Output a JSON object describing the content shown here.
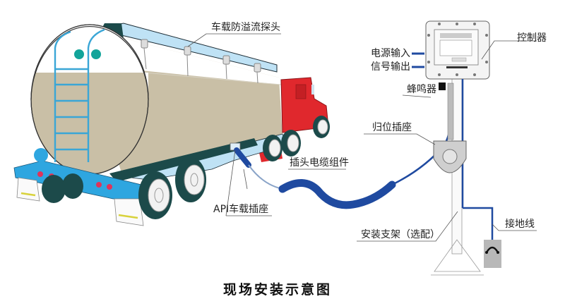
{
  "title": "现场安装示意图",
  "labels": {
    "overfill_probe": "车载防溢流探头",
    "controller": "控制器",
    "power_input": "电源输入",
    "signal_output": "信号输出",
    "buzzer": "蜂鸣器",
    "return_socket": "归位插座",
    "plug_cable_assembly": "插头电缆组件",
    "api_socket": "API车载插座",
    "mount_bracket": "安装支架（选配）",
    "ground_wire": "接地线"
  },
  "colors": {
    "tank_body": "#c9bfa6",
    "tank_top": "#ffffff",
    "frame_blue": "#2ea6e0",
    "frame_light": "#bfe2f5",
    "cab_red": "#e0282d",
    "ladder": "#3aa6d6",
    "cable_blue": "#1f4aa0",
    "tire": "#1c4a4a",
    "lamp_red": "#e0335a"
  }
}
